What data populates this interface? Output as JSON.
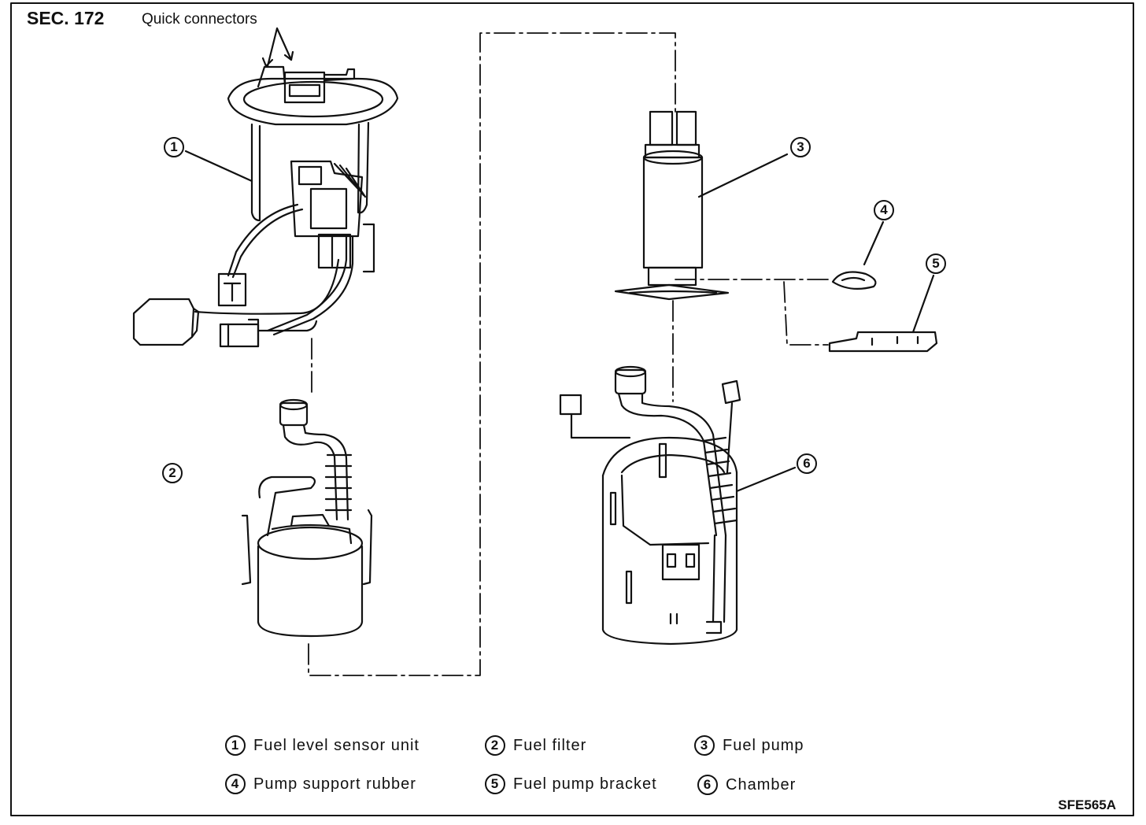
{
  "section": "SEC. 172",
  "callout_quick_connectors": "Quick connectors",
  "parts": [
    {
      "num": "1",
      "name": "Fuel level sensor unit"
    },
    {
      "num": "2",
      "name": "Fuel filter"
    },
    {
      "num": "3",
      "name": "Fuel pump"
    },
    {
      "num": "4",
      "name": "Pump support rubber"
    },
    {
      "num": "5",
      "name": "Fuel pump bracket"
    },
    {
      "num": "6",
      "name": "Chamber"
    }
  ],
  "figure_code": "SFE565A",
  "colors": {
    "ink": "#111111",
    "paper": "#ffffff"
  }
}
